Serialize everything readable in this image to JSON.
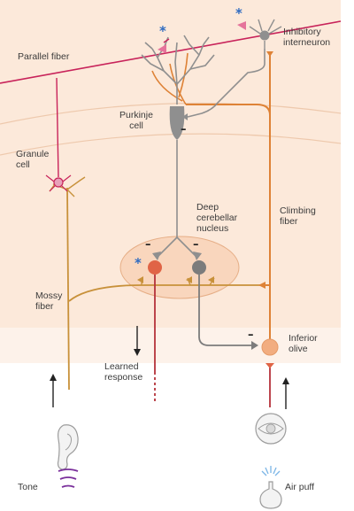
{
  "labels": {
    "parallel_fiber": "Parallel fiber",
    "inhibitory_interneuron": "Inhibitory\ninterneuron",
    "purkinje_cell": "Purkinje\ncell",
    "granule_cell": "Granule\ncell",
    "deep_cerebellar_nucleus": "Deep\ncerebellar\nnucleus",
    "climbing_fiber": "Climbing\nfiber",
    "mossy_fiber": "Mossy\nfiber",
    "inferior_olive": "Inferior\nolive",
    "learned_response": "Learned\nresponse",
    "tone": "Tone",
    "air_puff": "Air puff"
  },
  "markers": {
    "star": "*",
    "minus": "–"
  },
  "colors": {
    "background_top": "#fbe9db",
    "background_bottom": "#fdf0e5",
    "parallel_fiber": "#c8235a",
    "mossy_fiber": "#c8913a",
    "climbing_fiber": "#de8236",
    "neuron_gray": "#8f8f8f",
    "nucleus_red": "#e06446",
    "olive": "#f2ad80",
    "star_blue": "#2f6bc0"
  }
}
